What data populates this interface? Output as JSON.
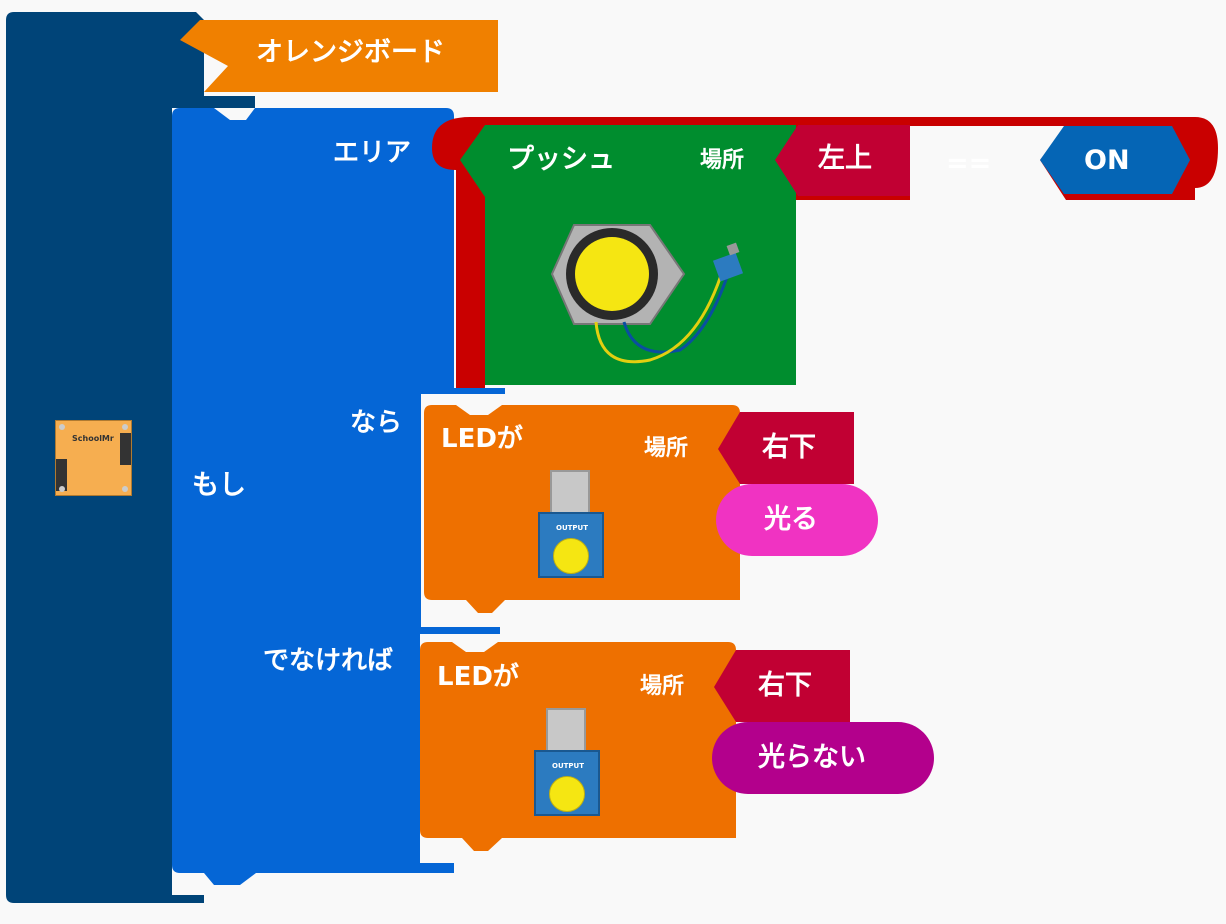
{
  "colors": {
    "board": "#004478",
    "if_block": "#0566d6",
    "hat": "#f08000",
    "condition": "#c90000",
    "button_block": "#008d2e",
    "led_block": "#ee7000",
    "location": "#c10033",
    "on_value": "#0565b5",
    "glow_on": "#f033c2",
    "glow_off": "#b3008c"
  },
  "board": {
    "name": "オレンジボード",
    "chip_label": "SchoolMr"
  },
  "if_block": {
    "keyword_if": "もし",
    "keyword_condition": "エリア",
    "keyword_then": "なら",
    "keyword_else": "でなければ"
  },
  "condition": {
    "sensor": {
      "name": "プッシュ",
      "location_label": "場所",
      "location_value": "左上"
    },
    "operator": "==",
    "value": "ON"
  },
  "then_action": {
    "name": "LEDが",
    "location_label": "場所",
    "location_value": "右下",
    "state": "光る",
    "module_label": "OUTPUT"
  },
  "else_action": {
    "name": "LEDが",
    "location_label": "場所",
    "location_value": "右下",
    "state": "光らない",
    "module_label": "OUTPUT"
  }
}
